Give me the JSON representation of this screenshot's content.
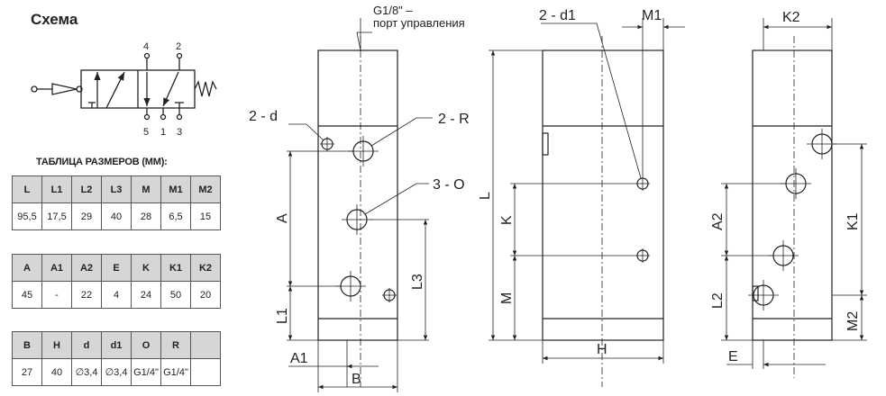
{
  "schema_title": "Схема",
  "table_caption": "ТАБЛИЦА РАЗМЕРОВ (ММ):",
  "table1": {
    "headers": [
      "L",
      "L1",
      "L2",
      "L3",
      "M",
      "M1",
      "M2"
    ],
    "values": [
      "95,5",
      "17,5",
      "29",
      "40",
      "28",
      "6,5",
      "15"
    ]
  },
  "table2": {
    "headers": [
      "A",
      "A1",
      "A2",
      "E",
      "K",
      "K1",
      "K2"
    ],
    "values": [
      "45",
      "-",
      "22",
      "4",
      "24",
      "50",
      "20"
    ]
  },
  "table3": {
    "headers": [
      "B",
      "H",
      "d",
      "d1",
      "O",
      "R"
    ],
    "values": [
      "27",
      "40",
      "∅3,4",
      "∅3,4",
      "G1/4\"",
      "G1/4\""
    ]
  },
  "symbol_ports": {
    "p4": "4",
    "p2": "2",
    "p5": "5",
    "p1": "1",
    "p3": "3"
  },
  "callouts": {
    "control_port_line1": "G1/8\" –",
    "control_port_line2": "порт управления",
    "d": "2 - d",
    "R": "2 - R",
    "O": "3 - O",
    "d1": "2 - d1"
  },
  "dims": {
    "A": "A",
    "A1": "A1",
    "B": "B",
    "L1": "L1",
    "L3": "L3",
    "L": "L",
    "K": "K",
    "M": "M",
    "H": "H",
    "M1": "M1",
    "K2": "K2",
    "A2": "A2",
    "K1": "K1",
    "L2": "L2",
    "M2": "M2",
    "E": "E"
  }
}
